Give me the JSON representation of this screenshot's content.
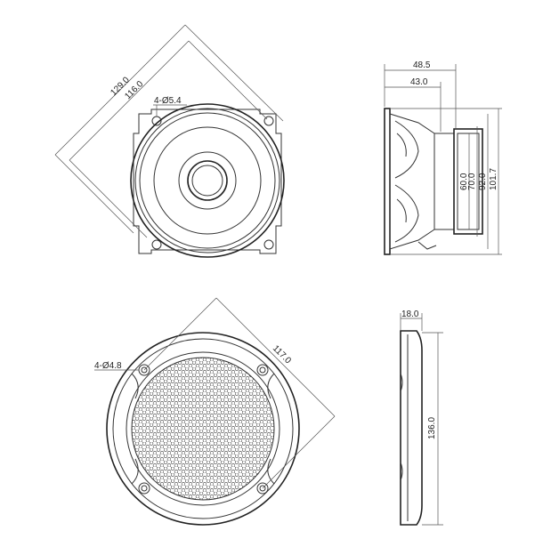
{
  "dimensions": {
    "front": {
      "diagonal_outer": "129.0",
      "diagonal_inner": "116.0",
      "mount_holes": "4-Ø5.4"
    },
    "side": {
      "depth_total": "48.5",
      "depth_body": "43.0",
      "d_60": "60.0",
      "d_70": "70.0",
      "d_92": "92.0",
      "d_101": "101.7"
    },
    "grille_front": {
      "holes": "4-Ø4.8",
      "hole_spacing": "117.0"
    },
    "grille_side": {
      "thickness": "18.0",
      "diameter": "136.0"
    }
  },
  "colors": {
    "line": "#333333",
    "background": "#ffffff"
  }
}
